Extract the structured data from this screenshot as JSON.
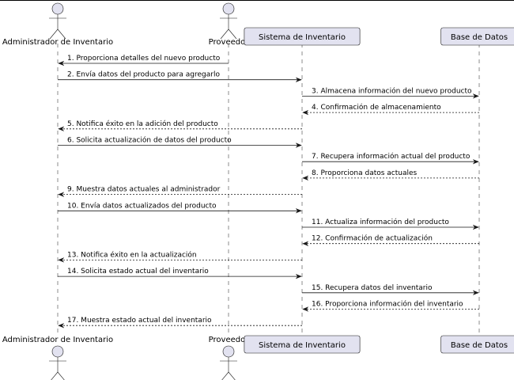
{
  "participants": [
    {
      "id": "admin",
      "label": "Administrador de Inventario",
      "kind": "actor"
    },
    {
      "id": "prov",
      "label": "Proveedor",
      "kind": "actor"
    },
    {
      "id": "sis",
      "label": "Sistema de Inventario",
      "kind": "box"
    },
    {
      "id": "db",
      "label": "Base de Datos",
      "kind": "box"
    }
  ],
  "messages": [
    {
      "from": "prov",
      "to": "admin",
      "text": "1. Proporciona detalles del nuevo producto",
      "dashed": false
    },
    {
      "from": "admin",
      "to": "sis",
      "text": "2. Envía datos del producto para agregarlo",
      "dashed": false
    },
    {
      "from": "sis",
      "to": "db",
      "text": "3. Almacena información del nuevo producto",
      "dashed": false
    },
    {
      "from": "db",
      "to": "sis",
      "text": "4. Confirmación de almacenamiento",
      "dashed": true
    },
    {
      "from": "sis",
      "to": "admin",
      "text": "5. Notifica éxito en la adición del producto",
      "dashed": true
    },
    {
      "from": "admin",
      "to": "sis",
      "text": "6. Solicita actualización de datos del producto",
      "dashed": false
    },
    {
      "from": "sis",
      "to": "db",
      "text": "7. Recupera información actual del producto",
      "dashed": false
    },
    {
      "from": "db",
      "to": "sis",
      "text": "8. Proporciona datos actuales",
      "dashed": true
    },
    {
      "from": "sis",
      "to": "admin",
      "text": "9. Muestra datos actuales al administrador",
      "dashed": true
    },
    {
      "from": "admin",
      "to": "sis",
      "text": "10. Envía datos actualizados del producto",
      "dashed": false
    },
    {
      "from": "sis",
      "to": "db",
      "text": "11. Actualiza información del producto",
      "dashed": false
    },
    {
      "from": "db",
      "to": "sis",
      "text": "12. Confirmación de actualización",
      "dashed": true
    },
    {
      "from": "sis",
      "to": "admin",
      "text": "13. Notifica éxito en la actualización",
      "dashed": true
    },
    {
      "from": "admin",
      "to": "sis",
      "text": "14. Solicita estado actual del inventario",
      "dashed": false
    },
    {
      "from": "sis",
      "to": "db",
      "text": "15. Recupera datos del inventario",
      "dashed": false
    },
    {
      "from": "db",
      "to": "sis",
      "text": "16. Proporciona información del inventario",
      "dashed": true
    },
    {
      "from": "sis",
      "to": "admin",
      "text": "17. Muestra estado actual del inventario",
      "dashed": true
    }
  ],
  "colors": {
    "box_fill": "#E2E2F0",
    "line": "#181818"
  }
}
